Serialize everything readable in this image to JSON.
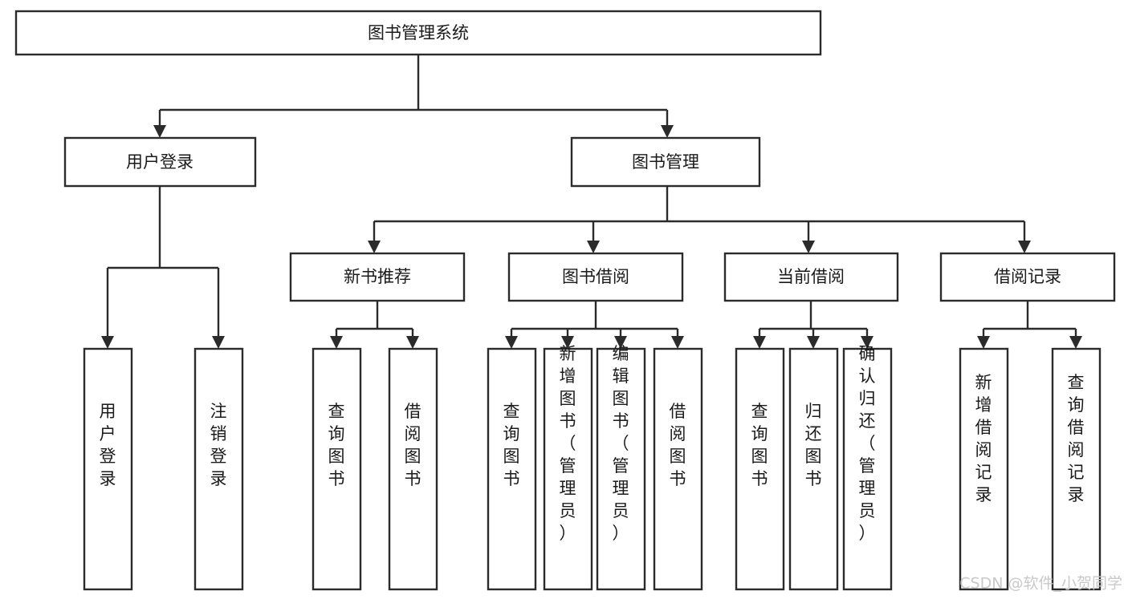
{
  "diagram": {
    "type": "tree-hierarchy-chart",
    "title": "图书管理系统",
    "colors": {
      "stroke": "#2b2b2b",
      "fill": "#ffffff",
      "text": "#1a1a1a",
      "watermark": "#c9c9c9",
      "background": "#ffffff"
    },
    "root": {
      "label": "图书管理系统"
    },
    "level2": [
      {
        "label": "用户登录"
      },
      {
        "label": "图书管理"
      }
    ],
    "level3": [
      {
        "label": "新书推荐"
      },
      {
        "label": "图书借阅"
      },
      {
        "label": "当前借阅"
      },
      {
        "label": "借阅记录"
      }
    ],
    "leaves": {
      "user_login": [
        {
          "label": "用户登录"
        },
        {
          "label": "注销登录"
        }
      ],
      "new_book_recommend": [
        {
          "label": "查询图书"
        },
        {
          "label": "借阅图书"
        }
      ],
      "book_borrow": [
        {
          "label": "查询图书"
        },
        {
          "label": "新增图书（管理员）"
        },
        {
          "label": "编辑图书（管理员）"
        },
        {
          "label": "借阅图书"
        }
      ],
      "current_borrow": [
        {
          "label": "查询图书"
        },
        {
          "label": "归还图书"
        },
        {
          "label": "确认归还（管理员）"
        }
      ],
      "borrow_record": [
        {
          "label": "新增借阅记录"
        },
        {
          "label": "查询借阅记录"
        }
      ]
    }
  },
  "watermark": {
    "label": "CSDN @软件_小贺同学"
  }
}
